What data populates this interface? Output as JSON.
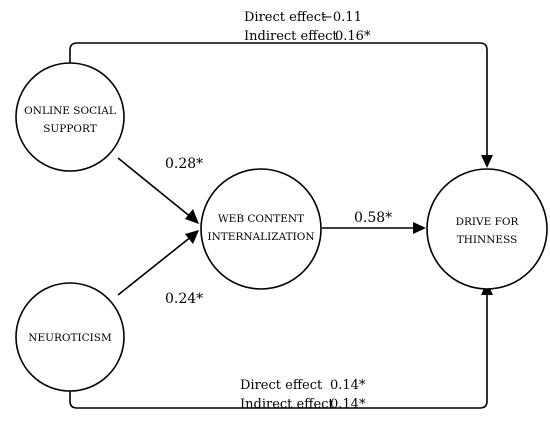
{
  "nodes": {
    "online_social_support": {
      "line1": "ONLINE SOCIAL",
      "line2": "SUPPORT"
    },
    "neuroticism": {
      "line1": "NEUROTICISM"
    },
    "web_content_internalization": {
      "line1": "WEB CONTENT",
      "line2": "INTERNALIZATION"
    },
    "drive_for_thinness": {
      "line1": "DRIVE FOR",
      "line2": "THINNESS"
    }
  },
  "paths": {
    "oss_to_wci": "0.28*",
    "neuro_to_wci": "0.24*",
    "wci_to_dft": "0.58*"
  },
  "top_effects": {
    "direct_label": "Direct effect",
    "direct_value": "−0.11",
    "indirect_label": "Indirect effect",
    "indirect_value": "0.16*"
  },
  "bottom_effects": {
    "direct_label": "Direct effect",
    "direct_value": "0.14*",
    "indirect_label": "Indirect effect",
    "indirect_value": "0.14*"
  }
}
